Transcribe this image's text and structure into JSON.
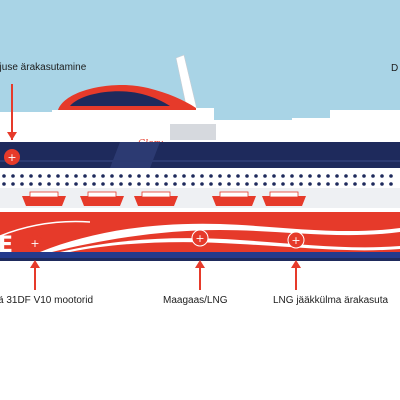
{
  "ship": {
    "brand_script": "Glory",
    "bow_fragment": "E",
    "colors": {
      "sky": "#a9d4e6",
      "navy": "#1e2a5c",
      "red": "#e63a2a",
      "white": "#ffffff",
      "grey": "#d6d9de",
      "blue_band": "#233a8c"
    }
  },
  "callouts": {
    "top_left": "ojuse ärakasutamine",
    "top_right": "D",
    "bottom_1": "ä 31DF V10 mootorid",
    "bottom_2": "Maagaas/LNG",
    "bottom_3": "LNG jääkkülma ärakasuta"
  }
}
